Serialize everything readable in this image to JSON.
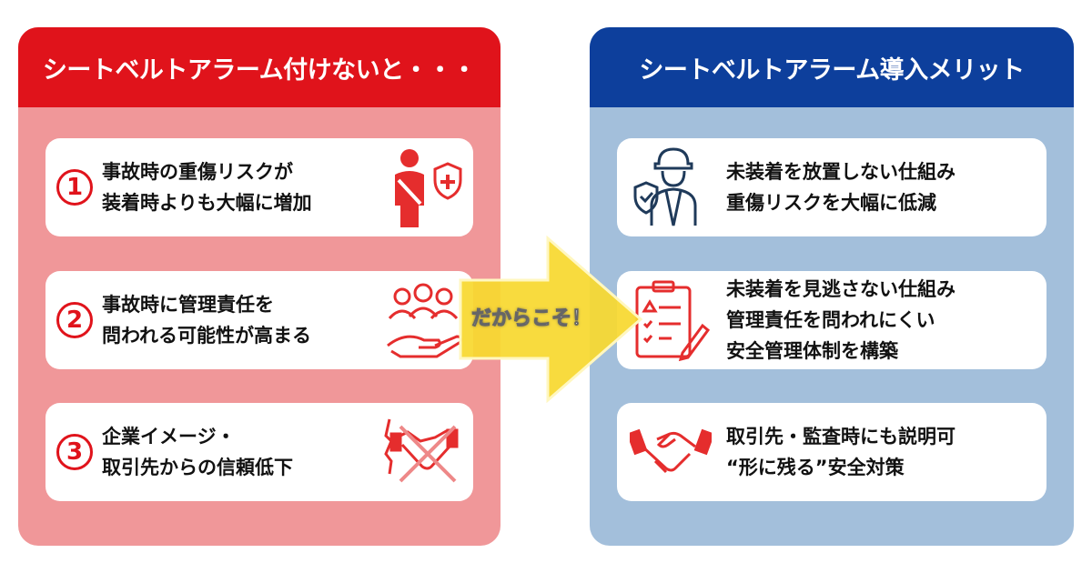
{
  "left": {
    "title": "シートベルトアラーム付けないと・・・",
    "items": [
      {
        "number": "1",
        "lines": [
          "事故時の重傷リスクが",
          "装着時よりも大幅に増加"
        ],
        "icon": "injured-person-icon"
      },
      {
        "number": "2",
        "lines": [
          "事故時に管理責任を",
          "問われる可能性が高まる"
        ],
        "icon": "people-hand-icon"
      },
      {
        "number": "3",
        "lines": [
          "企業イメージ・",
          "取引先からの信頼低下"
        ],
        "icon": "broken-handshake-icon"
      }
    ]
  },
  "arrow_label": "だからこそ！",
  "right": {
    "title": "シートベルトアラーム導入メリット",
    "items": [
      {
        "lines": [
          "未装着を放置しない仕組み",
          "重傷リスクを大幅に低減"
        ],
        "icon": "worker-shield-icon"
      },
      {
        "lines": [
          "未装着を見逃さない仕組み",
          "管理責任を問われにくい",
          "安全管理体制を構築"
        ],
        "icon": "checklist-icon"
      },
      {
        "lines": [
          "取引先・監査時にも説明可",
          "“形に残る”安全対策"
        ],
        "icon": "handshake-icon"
      }
    ]
  },
  "colors": {
    "red": "#e0131b",
    "pink": "#f09799",
    "blue": "#0d3f9c",
    "lightblue": "#a3bfdb",
    "yellow": "#f8d82f"
  }
}
